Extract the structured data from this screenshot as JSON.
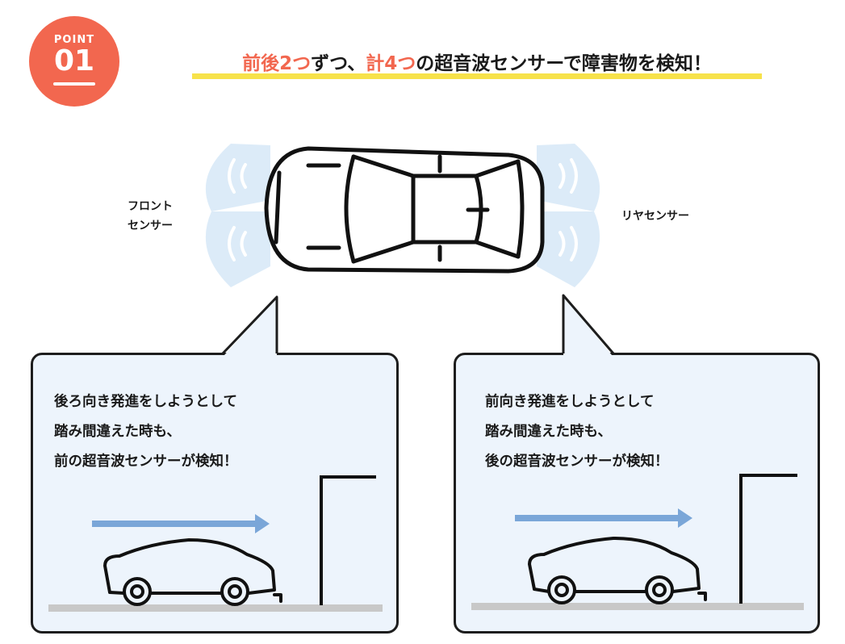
{
  "badge": {
    "word": "POINT",
    "number": "01"
  },
  "headline": {
    "parts": [
      {
        "text": "前後2つ",
        "accent": true
      },
      {
        "text": "ずつ、",
        "accent": false
      },
      {
        "text": "計4つ",
        "accent": true
      },
      {
        "text": "の超音波センサーで障害物を検知！",
        "accent": false
      }
    ]
  },
  "labels": {
    "front_line1": "フロント",
    "front_line2": "センサー",
    "rear": "リヤセンサー"
  },
  "bubble_left": {
    "lines": [
      {
        "parts": [
          {
            "text": "後ろ向き発進をしようとして",
            "hl": true
          }
        ]
      },
      {
        "parts": [
          {
            "text": "踏み間違えた時も、",
            "hl": true
          }
        ]
      },
      {
        "parts": [
          {
            "text": "前の",
            "hl": false
          },
          {
            "text": "超音波センサー",
            "hl": true
          },
          {
            "text": "が検知！",
            "hl": false
          }
        ]
      }
    ]
  },
  "bubble_right": {
    "lines": [
      {
        "parts": [
          {
            "text": "前向き発進をしようとして",
            "hl": true
          }
        ]
      },
      {
        "parts": [
          {
            "text": "踏み間違えた時も、",
            "hl": true
          }
        ]
      },
      {
        "parts": [
          {
            "text": "後の",
            "hl": false
          },
          {
            "text": "超音波センサー",
            "hl": true
          },
          {
            "text": "が検知！",
            "hl": false
          }
        ]
      }
    ]
  },
  "colors": {
    "accent": "#f2674f",
    "highlight": "#f7e24a",
    "bubble_bg": "#edf4fc",
    "arrow": "#7aa6d8",
    "wave": "#dcebf8",
    "ground": "#c8c8c8"
  }
}
